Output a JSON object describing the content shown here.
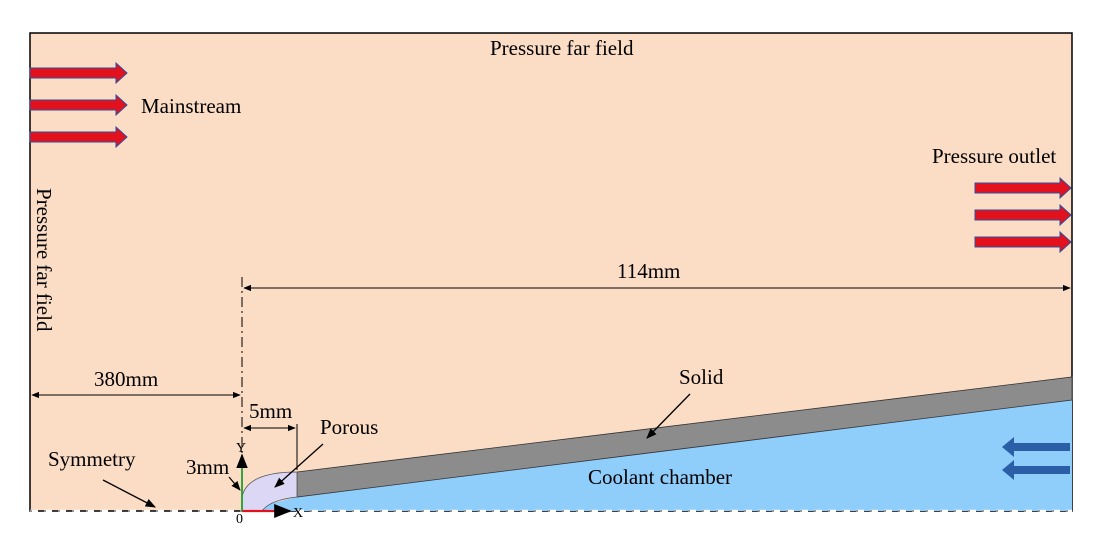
{
  "colors": {
    "fluid_domain": "#fbdcc5",
    "coolant": "#8fcdfb",
    "solid": "#8c8c8c",
    "porous": "#dcd7f4",
    "inflow_arrow": "#e3101d",
    "inflow_arrow_edge": "#2c4fa0",
    "coolant_arrow": "#2a5fa8",
    "x_axis": "#e3101d",
    "y_axis": "#1e9e2e"
  },
  "labels": {
    "pressure_far_field_top": "Pressure far field",
    "pressure_far_field_left": "Pressure far field",
    "mainstream": "Mainstream",
    "pressure_outlet": "Pressure outlet",
    "symmetry": "Symmetry",
    "solid": "Solid",
    "porous": "Porous",
    "coolant_chamber": "Coolant chamber"
  },
  "dimensions": {
    "domain_length": "114mm",
    "upstream_length": "380mm",
    "porous_length": "5mm",
    "nose_radius": "3mm"
  },
  "axes": {
    "x": "X",
    "y": "Y",
    "origin": "0"
  }
}
